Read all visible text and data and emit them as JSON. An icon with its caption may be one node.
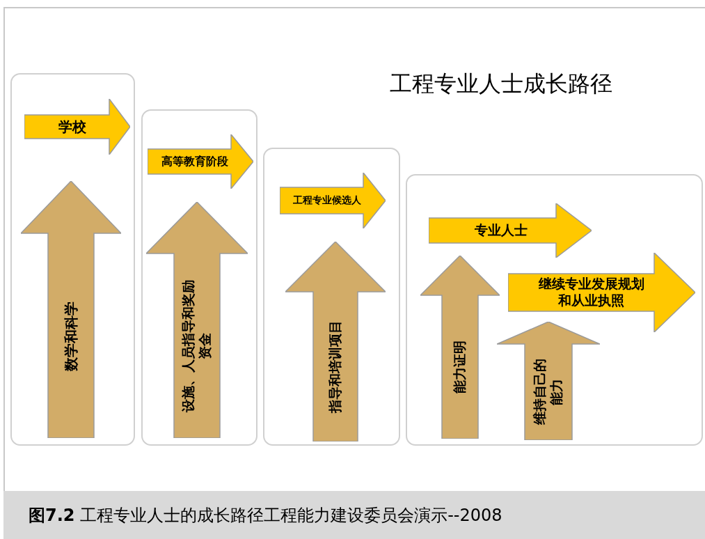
{
  "diagram": {
    "title": "工程专业人士成长路径",
    "caption": "**图7.2** 工程专业人士的成长路径工程能力建设委员会演示--2008",
    "nodes": [
      {
        "text": [],
        "shape": "box"
      },
      {
        "text": [],
        "shape": "box"
      },
      {
        "text": [],
        "shape": "box"
      },
      {
        "text": [],
        "shape": "box"
      },
      {
        "text": [
          "学校"
        ],
        "in": 0
      },
      {
        "text": [
          "数学和科学"
        ],
        "in": 0
      },
      {
        "text": [
          "高等教育阶段"
        ],
        "in": 1
      },
      {
        "text": [
          "设施、人员指导和奖励资金"
        ],
        "in": 1
      },
      {
        "text": [
          "工程专业候选人"
        ],
        "in": 2
      },
      {
        "text": [
          "指导和培训项目"
        ],
        "in": 2
      },
      {
        "text": [
          "专业人士"
        ],
        "in": 3
      },
      {
        "text": [
          "继续专业发展规划和从业执照"
        ],
        "in": 3
      },
      {
        "text": [
          "能力证明"
        ],
        "in": 3
      },
      {
        "text": [
          "维持自己的能力"
        ],
        "in": 3
      }
    ]
  }
}
